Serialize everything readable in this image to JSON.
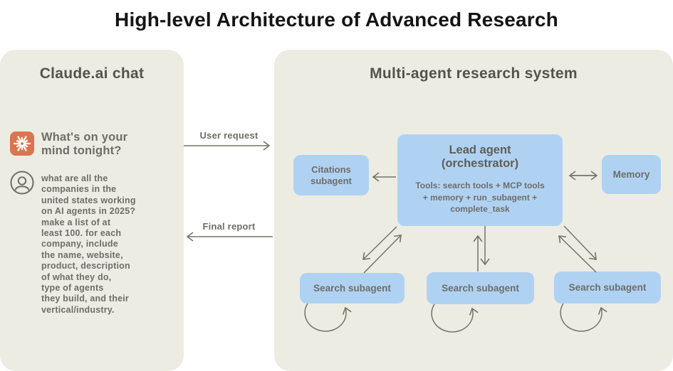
{
  "title": "High-level Architecture of Advanced Research",
  "colors": {
    "panel_bg": "#edece3",
    "box_blue": "#b0d2f2",
    "claude_orange": "#d97550",
    "arrow_gray": "#73736d",
    "text_gray": "#6e6e68",
    "heading_gray": "#53534c",
    "title_black": "#141414"
  },
  "left_panel": {
    "heading": "Claude.ai chat",
    "assistant_message": {
      "icon": "claude-spark-icon",
      "text": "What's on your\nmind tonight?"
    },
    "user_message": {
      "icon": "user-avatar-icon",
      "text": "what are all the\ncompanies in the\nunited states working\non AI agents in 2025?\nmake a list of at\nleast 100. for each\ncompany, include\nthe name, website,\nproduct, description\nof what they do,\ntype of agents\nthey build, and their\nvertical/industry."
    }
  },
  "flow": {
    "user_request_label": "User request",
    "final_report_label": "Final report"
  },
  "right_panel": {
    "heading": "Multi-agent research system",
    "lead_agent": {
      "title": "Lead agent\n(orchestrator)",
      "tools": "Tools: search tools + MCP tools\n+ memory + run_subagent +\ncomplete_task"
    },
    "citations_subagent": "Citations\nsubagent",
    "memory": "Memory",
    "search_subagents": [
      "Search subagent",
      "Search subagent",
      "Search subagent"
    ]
  }
}
